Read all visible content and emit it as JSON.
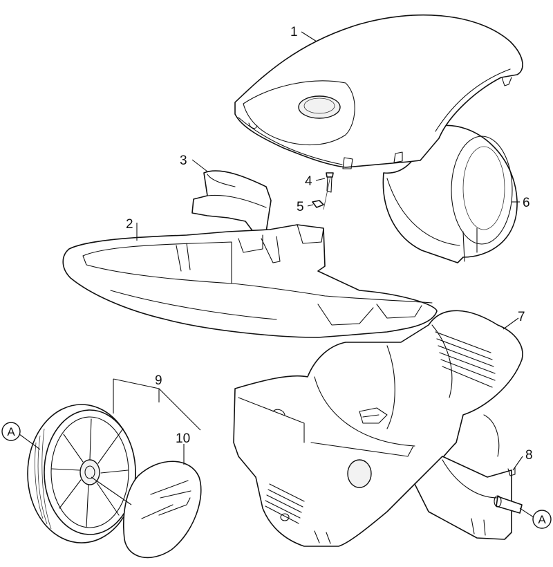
{
  "callouts": {
    "p1": "1",
    "p2": "2",
    "p3": "3",
    "p4": "4",
    "p5": "5",
    "p6": "6",
    "p7": "7",
    "p8": "8",
    "p9": "9",
    "p10": "10"
  },
  "markers": {
    "left": "A",
    "right": "A"
  }
}
